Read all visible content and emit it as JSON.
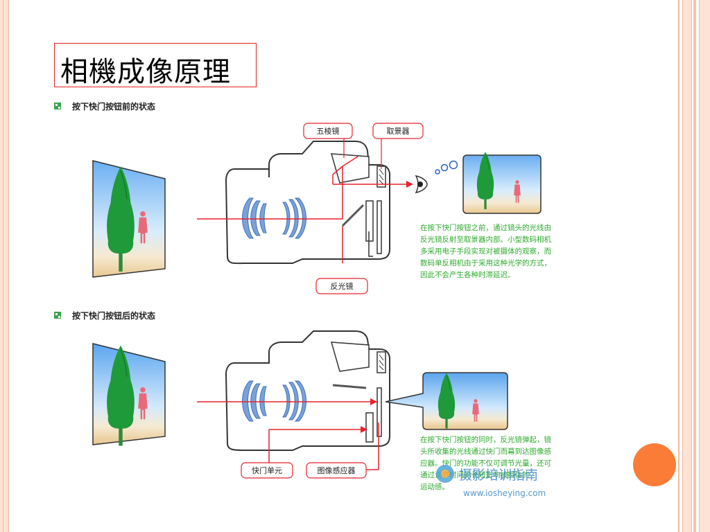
{
  "slide": {
    "title": "相機成像原理"
  },
  "diagram": {
    "before": {
      "heading": "按下快门按钮前的状态",
      "label_pentaprism": "五棱镜",
      "label_viewfinder": "取景器",
      "label_mirror": "反光镜",
      "desc": [
        "在按下快门按钮之前，通过镜头的光线由",
        "反光镜反射至取景器内部。小型数码相机",
        "多采用电子手段实现对被摄体的观察，而",
        "数码单反相机由于采用这种光学的方式，",
        "因此不会产生各种时滞延迟。"
      ]
    },
    "after": {
      "heading": "按下快门按钮后的状态",
      "label_shutter": "快门单元",
      "label_sensor": "图像感应器",
      "desc": [
        "在按下快门按钮的同时，反光镜弹起，镜",
        "头所收集的光线通过快门而幕到达图像感",
        "应器。快门的功能不仅可调节光量，还可",
        "通过调节时间的长短影响被摄体的",
        "运动感。"
      ]
    },
    "watermark": {
      "cn": "摄影培训指南",
      "url": "www.iosheying.com"
    }
  },
  "colors": {
    "frame": "#f4b79a",
    "title_border": "#e02020",
    "accent_dot": "#fa7c37",
    "red_line": "#e8212b",
    "desc_text": "#2eaa2e",
    "tree": "#1f9a3a",
    "person": "#e86a78"
  }
}
